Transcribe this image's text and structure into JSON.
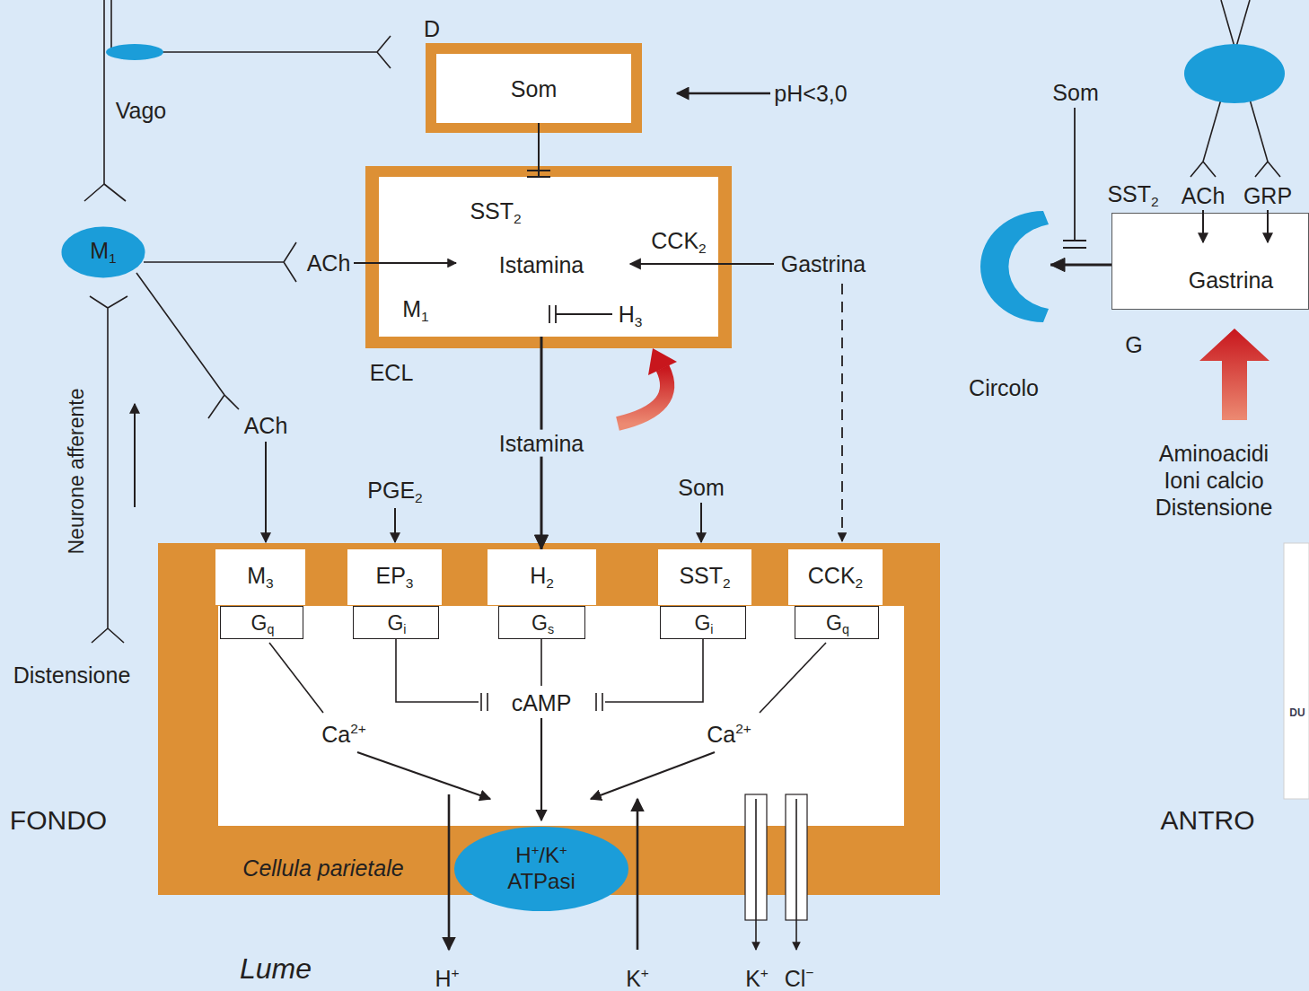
{
  "diagram": {
    "nodes": [
      {
        "text": [
          "D"
        ]
      },
      {
        "text": [
          "Som"
        ],
        "in": 0
      },
      {
        "text": [
          "ECL"
        ]
      },
      {
        "text": [
          "SST2",
          "CCK2",
          "Istamina",
          "M1",
          "H3"
        ],
        "in": 2
      },
      {
        "text": [
          "M1"
        ]
      },
      {
        "text": [
          "Gastrina",
          "G"
        ]
      },
      {
        "text": [
          "Circolo"
        ]
      },
      {
        "text": [
          "Cellula parietale"
        ]
      },
      {
        "text": [
          "M3"
        ],
        "in": 7
      },
      {
        "text": [
          "EP3"
        ],
        "in": 7
      },
      {
        "text": [
          "H2"
        ],
        "in": 7
      },
      {
        "text": [
          "SST2"
        ],
        "in": 7
      },
      {
        "text": [
          "CCK2"
        ],
        "in": 7
      },
      {
        "text": [
          "Gq"
        ],
        "in": 7
      },
      {
        "text": [
          "Gi"
        ],
        "in": 7
      },
      {
        "text": [
          "Gs"
        ],
        "in": 7
      },
      {
        "text": [
          "Gi"
        ],
        "in": 7
      },
      {
        "text": [
          "Gq"
        ],
        "in": 7
      },
      {
        "text": [
          "H+/K+ ATPasi"
        ],
        "in": 7
      }
    ],
    "edges": [
      {
        "from": 1,
        "to": 3,
        "arrow": "to"
      },
      {
        "from": 3,
        "to": 10,
        "label": "Istamina",
        "arrow": "to"
      },
      {
        "from": 5,
        "to": 6,
        "arrow": "to"
      }
    ],
    "labels": [
      "Vago",
      "pH<3,0",
      "Som",
      "ACh",
      "Gastrina",
      "SST2",
      "ACh",
      "GRP",
      "ACh",
      "Neurone afferente",
      "Aminoacidi Ioni calcio Distensione",
      "PGE2",
      "Som",
      "Distensione",
      "Ca2+",
      "cAMP",
      "Ca2+",
      "DU",
      "FONDO",
      "ANTRO",
      "Lume",
      "H+",
      "K+",
      "K+",
      "Cl−"
    ]
  }
}
